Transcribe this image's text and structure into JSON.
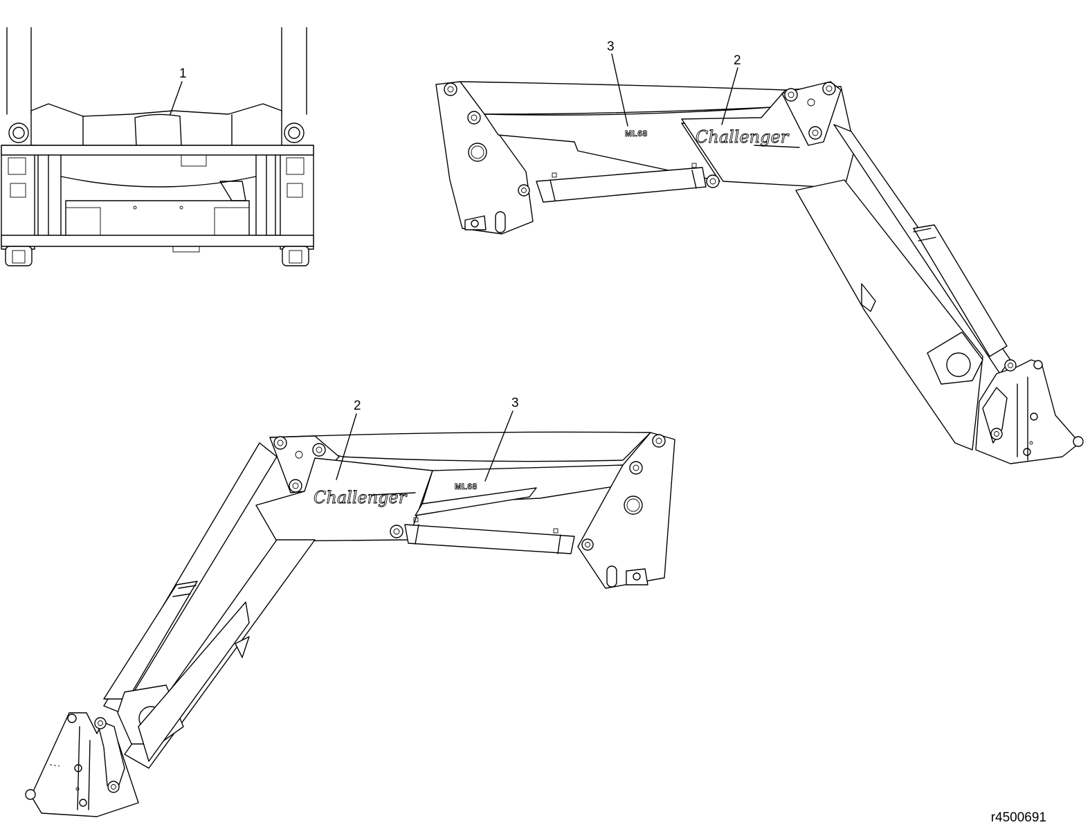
{
  "callouts": {
    "one": "1",
    "two": "2",
    "three": "3"
  },
  "decals": {
    "model": "ML68",
    "brand": "Challenger"
  },
  "reference": "r4500691",
  "colors": {
    "line": "#000000",
    "background": "#ffffff"
  }
}
